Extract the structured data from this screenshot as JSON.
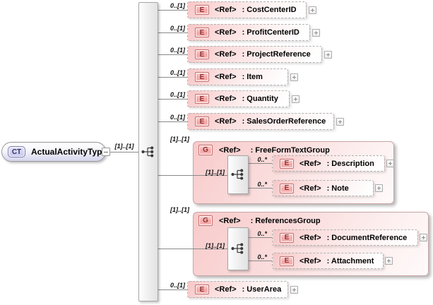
{
  "diagram": {
    "kind": "xml-schema-content-model",
    "root": {
      "badge": "CT",
      "name": "ActualActivityType",
      "edge_cardinality": "[1]..[1]"
    },
    "compositor": "sequence",
    "rows": [
      {
        "occurs": "0..[1]",
        "badge": "E",
        "ref": "<Ref>",
        "name": ": CostCenterID"
      },
      {
        "occurs": "0..[1]",
        "badge": "E",
        "ref": "<Ref>",
        "name": ": ProfitCenterID"
      },
      {
        "occurs": "0..[1]",
        "badge": "E",
        "ref": "<Ref>",
        "name": ": ProjectReference"
      },
      {
        "occurs": "0..[1]",
        "badge": "E",
        "ref": "<Ref>",
        "name": ": Item"
      },
      {
        "occurs": "0..[1]",
        "badge": "E",
        "ref": "<Ref>",
        "name": ": Quantity"
      },
      {
        "occurs": "0..[1]",
        "badge": "E",
        "ref": "<Ref>",
        "name": ": SalesOrderReference"
      },
      {
        "occurs": "0..[1]",
        "badge": "E",
        "ref": "<Ref>",
        "name": ": UserArea"
      }
    ],
    "groups": [
      {
        "occurs": "[1]..[1]",
        "badge": "G",
        "ref": "<Ref>",
        "name": ": FreeFormTextGroup",
        "inner_compositor": "sequence",
        "inner_occurs": "[1]..[1]",
        "children": [
          {
            "occurs": "0..*",
            "badge": "E",
            "ref": "<Ref>",
            "name": ": Description"
          },
          {
            "occurs": "0..*",
            "badge": "E",
            "ref": "<Ref>",
            "name": ": Note"
          }
        ]
      },
      {
        "occurs": "[1]..[1]",
        "badge": "G",
        "ref": "<Ref>",
        "name": ": ReferencesGroup",
        "inner_compositor": "sequence",
        "inner_occurs": "[1]..[1]",
        "children": [
          {
            "occurs": "0..*",
            "badge": "E",
            "ref": "<Ref>",
            "name": ": DocumentReference"
          },
          {
            "occurs": "0..*",
            "badge": "E",
            "ref": "<Ref>",
            "name": ": Attachment"
          }
        ]
      }
    ],
    "icons": {
      "sequence": "sequence-icon",
      "expand": "plus",
      "collapse": "minus"
    },
    "colors": {
      "element_fill_pink": "#f7c6c6",
      "group_fill_pink": "#f8caca",
      "badge_border_red": "#c26a6a",
      "badge_text_red": "#8f3030",
      "ct_fill_lavender": "#c6c6ee",
      "ct_border": "#7a7aa8",
      "connector_gray": "#8a8a8a",
      "dashed_border_gray": "#b2b2b2"
    }
  }
}
